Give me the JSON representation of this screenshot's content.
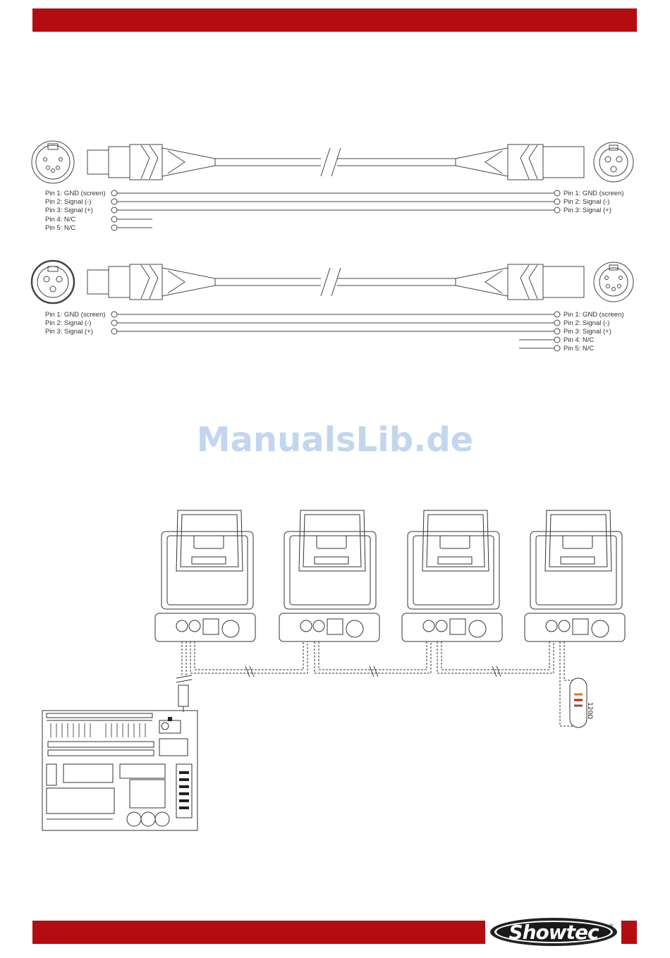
{
  "colors": {
    "brand_red": "#b30d12",
    "watermark": "#c3d6ef",
    "line": "#444444"
  },
  "cable_a": {
    "left_pins": [
      "Pin 1: GND (screen)",
      "Pin 2: Signal (-)",
      "Pin 3: Signal (+)",
      "Pin 4: N/C",
      "Pin 5: N/C"
    ],
    "right_pins": [
      "Pin 1: GND (screen)",
      "Pin 2: Signal (-)",
      "Pin 3: Signal (+)"
    ]
  },
  "cable_b": {
    "left_pins": [
      "Pin 1: GND (screen)",
      "Pin 2: Signal (-)",
      "Pin 3: Signal (+)"
    ],
    "right_pins": [
      "Pin 1: GND (screen)",
      "Pin 2: Signal (-)",
      "Pin 3: Signal (+)",
      "Pin 4: N/C",
      "Pin 5: N/C"
    ]
  },
  "watermark": "ManualsLib.de",
  "terminator_label": "120Ω",
  "brand": {
    "logo": "Showtec",
    "registered": "®"
  }
}
